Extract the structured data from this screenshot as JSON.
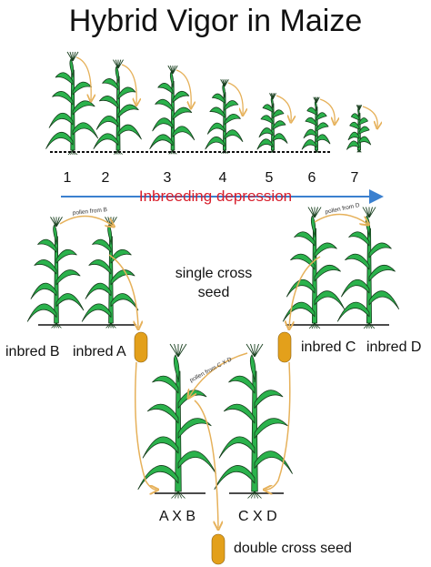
{
  "title": "Hybrid Vigor in Maize",
  "generations": [
    "1",
    "2",
    "3",
    "4",
    "5",
    "6",
    "7"
  ],
  "inbreeding_label": "Inbreeding depression",
  "labels": {
    "inbred_b": "inbred B",
    "inbred_a": "inbred A",
    "inbred_c": "inbred C",
    "inbred_d": "inbred D",
    "single_cross_line1": "single cross",
    "single_cross_line2": "seed",
    "axb": "A X B",
    "cxd": "C X D",
    "double_cross": "double cross seed"
  },
  "pollen": {
    "from_b": "pollen from B",
    "from_d": "pollen from D",
    "from_cxd": "pollen from C X D"
  },
  "colors": {
    "leaf": "#2bb24c",
    "stroke": "#163d1c",
    "arrow": "#e6b15a",
    "seed": "#e3a01b",
    "red": "#d81e2b",
    "blue": "#3b80cf"
  }
}
